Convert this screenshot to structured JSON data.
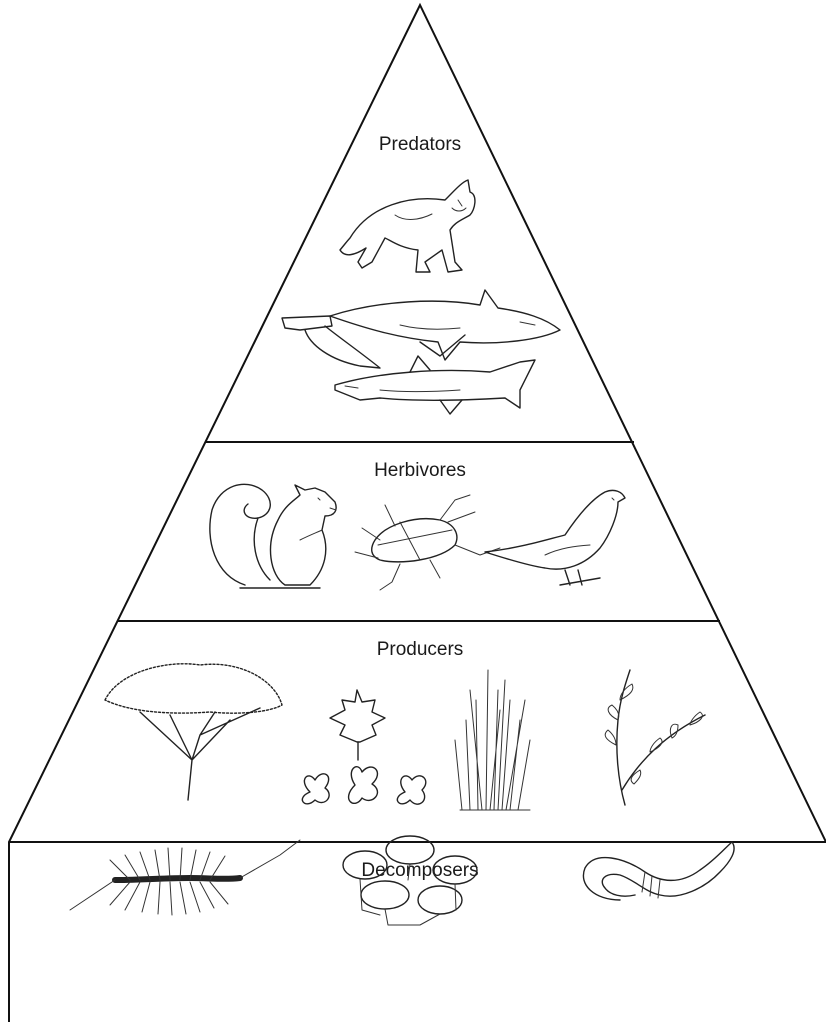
{
  "levels": {
    "predators": {
      "label": "Predators",
      "icons": [
        "wolf-icon",
        "shark-icon"
      ]
    },
    "herbivores": {
      "label": "Herbivores",
      "icons": [
        "squirrel-icon",
        "beetle-icon",
        "bird-icon"
      ]
    },
    "producers": {
      "label": "Producers",
      "icons": [
        "tree-icon",
        "leaf-flower-icon",
        "grass-icon",
        "plant-icon"
      ]
    },
    "decomposers": {
      "label": "Decomposers",
      "icons": [
        "centipede-icon",
        "mushroom-icon",
        "worm-icon"
      ]
    }
  },
  "colors": {
    "line": "#111111",
    "background": "#ffffff"
  }
}
